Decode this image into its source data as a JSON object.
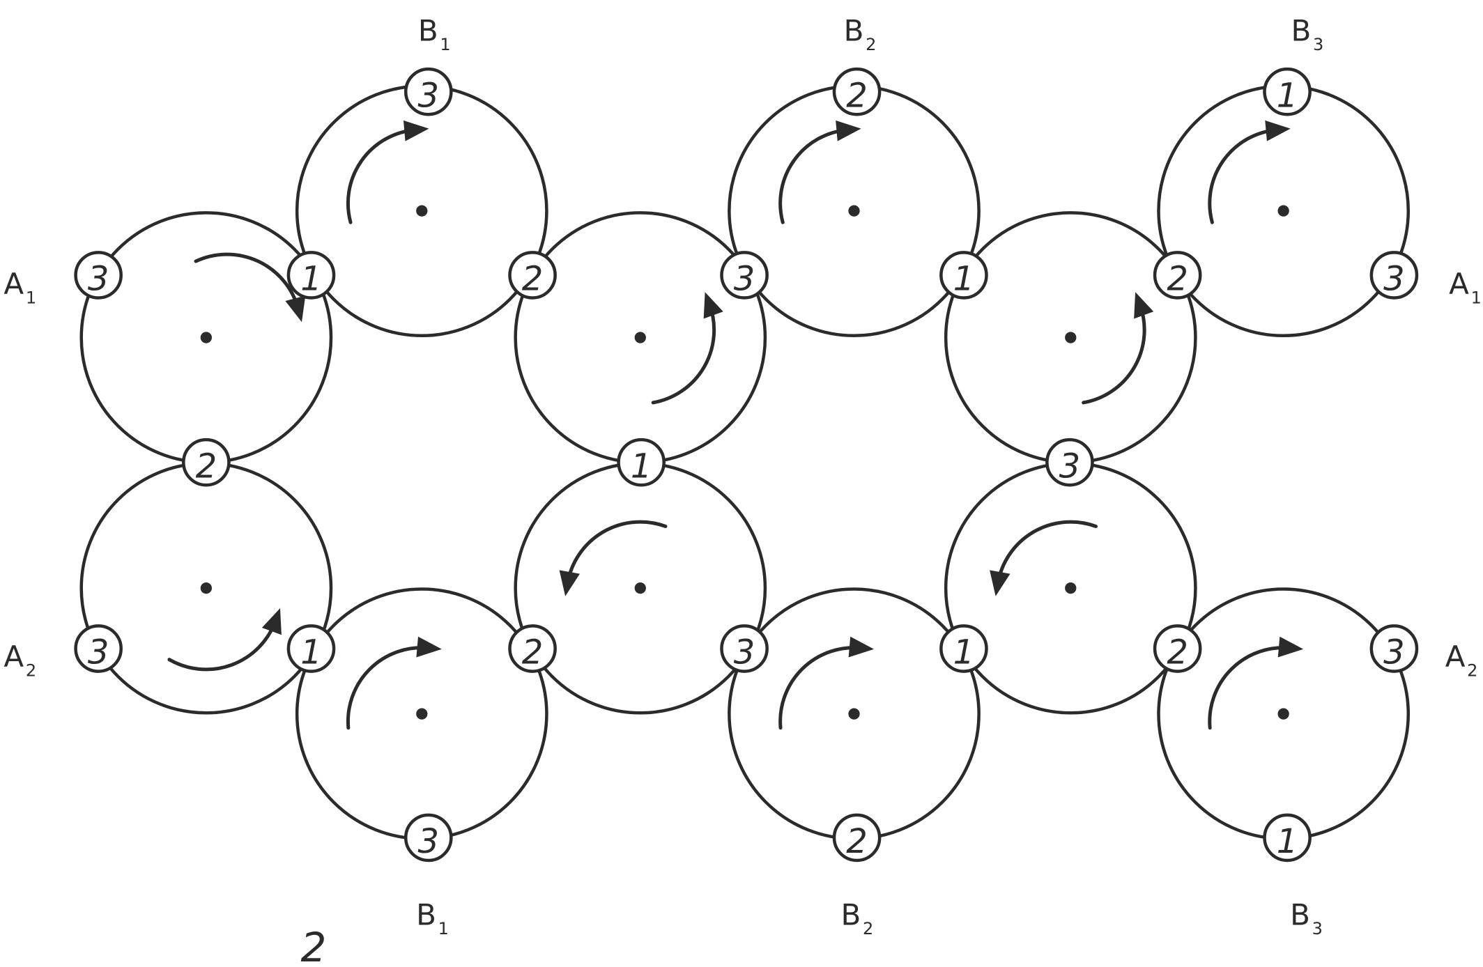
{
  "figure_label": "2",
  "side_labels": [
    {
      "id": "a1-left",
      "main": "A",
      "sub": "1"
    },
    {
      "id": "a2-left",
      "main": "A",
      "sub": "2"
    },
    {
      "id": "a1-right",
      "main": "A",
      "sub": "1"
    },
    {
      "id": "a2-right",
      "main": "A",
      "sub": "2"
    },
    {
      "id": "b1-top",
      "main": "B",
      "sub": "1"
    },
    {
      "id": "b2-top",
      "main": "B",
      "sub": "2"
    },
    {
      "id": "b3-top",
      "main": "B",
      "sub": "3"
    },
    {
      "id": "b1-bottom",
      "main": "B",
      "sub": "1"
    },
    {
      "id": "b2-bottom",
      "main": "B",
      "sub": "2"
    },
    {
      "id": "b3-bottom",
      "main": "B",
      "sub": "3"
    }
  ],
  "nodes": [
    {
      "id": "n-a1-left",
      "label": "3"
    },
    {
      "id": "n-r1-12",
      "label": "1"
    },
    {
      "id": "n-r1-34",
      "label": "2"
    },
    {
      "id": "n-r1-56",
      "label": "3"
    },
    {
      "id": "n-r1-78",
      "label": "1"
    },
    {
      "id": "n-r1-910",
      "label": "2"
    },
    {
      "id": "n-a1-right",
      "label": "3"
    },
    {
      "id": "n-b1-top",
      "label": "3"
    },
    {
      "id": "n-b2-top",
      "label": "2"
    },
    {
      "id": "n-b3-top",
      "label": "1"
    },
    {
      "id": "n-mid-left",
      "label": "2"
    },
    {
      "id": "n-mid-center",
      "label": "1"
    },
    {
      "id": "n-mid-right",
      "label": "3"
    },
    {
      "id": "n-a2-left",
      "label": "3"
    },
    {
      "id": "n-r2-12",
      "label": "1"
    },
    {
      "id": "n-r2-34",
      "label": "2"
    },
    {
      "id": "n-r2-56",
      "label": "3"
    },
    {
      "id": "n-r2-78",
      "label": "1"
    },
    {
      "id": "n-r2-910",
      "label": "2"
    },
    {
      "id": "n-a2-right",
      "label": "3"
    },
    {
      "id": "n-b1-bottom",
      "label": "3"
    },
    {
      "id": "n-b2-bottom",
      "label": "2"
    },
    {
      "id": "n-b3-bottom",
      "label": "1"
    }
  ],
  "rings": [
    {
      "id": "ring-t1",
      "rotation": "clockwise"
    },
    {
      "id": "ring-t2",
      "rotation": "clockwise"
    },
    {
      "id": "ring-t3",
      "rotation": "counterclockwise"
    },
    {
      "id": "ring-t4",
      "rotation": "clockwise"
    },
    {
      "id": "ring-t5",
      "rotation": "counterclockwise"
    },
    {
      "id": "ring-t6",
      "rotation": "clockwise"
    },
    {
      "id": "ring-b1",
      "rotation": "counterclockwise"
    },
    {
      "id": "ring-b2",
      "rotation": "clockwise"
    },
    {
      "id": "ring-b3",
      "rotation": "counterclockwise"
    },
    {
      "id": "ring-b4",
      "rotation": "clockwise"
    },
    {
      "id": "ring-b5",
      "rotation": "counterclockwise"
    },
    {
      "id": "ring-b6",
      "rotation": "clockwise"
    }
  ],
  "colors": {
    "stroke": "#2b2b2b",
    "background": "#ffffff"
  }
}
